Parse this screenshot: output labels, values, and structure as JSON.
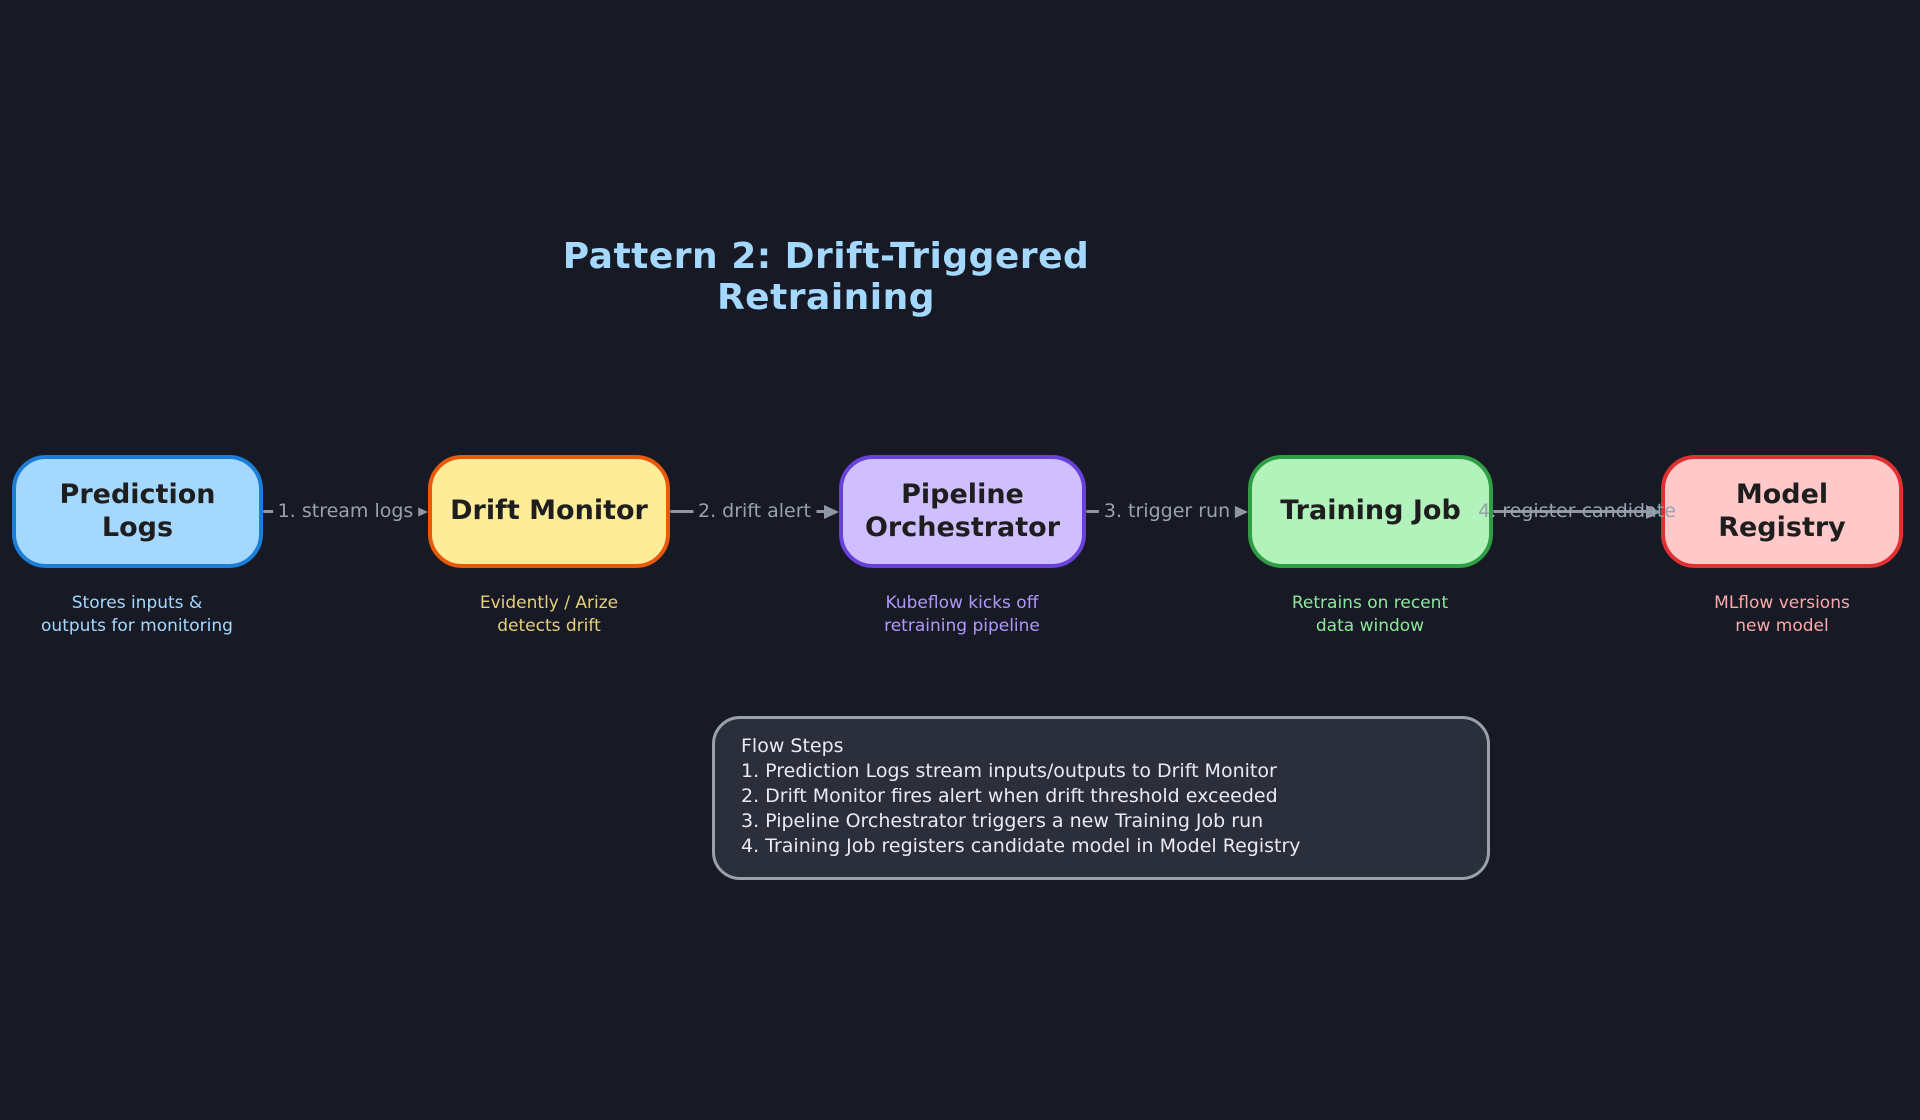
{
  "title": "Pattern 2: Drift-Triggered Retraining",
  "nodes": [
    {
      "label": "Prediction Logs",
      "sublabel": "Stores inputs &\noutputs for monitoring",
      "fill": "#a5d8ff",
      "border": "#1c7ed6",
      "sub_color": "#a5d8ff"
    },
    {
      "label": "Drift Monitor",
      "sublabel": "Evidently / Arize\ndetects drift",
      "fill": "#ffec99",
      "border": "#e8590c",
      "sub_color": "#e8cf7a"
    },
    {
      "label": "Pipeline Orchestrator",
      "sublabel": "Kubeflow kicks off\nretraining pipeline",
      "fill": "#d0bfff",
      "border": "#6741d9",
      "sub_color": "#b197fc"
    },
    {
      "label": "Training Job",
      "sublabel": "Retrains on recent\ndata window",
      "fill": "#b2f2bb",
      "border": "#2f9e44",
      "sub_color": "#8ce99a"
    },
    {
      "label": "Model Registry",
      "sublabel": "MLflow versions\nnew model",
      "fill": "#ffc9c9",
      "border": "#e03131",
      "sub_color": "#ffa8a8"
    }
  ],
  "arrows": [
    {
      "label": "1. stream logs"
    },
    {
      "label": "2. drift alert"
    },
    {
      "label": "3. trigger run"
    },
    {
      "label": "4. register candidate"
    }
  ],
  "flow_steps": {
    "title": "Flow Steps",
    "steps": [
      "1. Prediction Logs stream inputs/outputs to Drift Monitor",
      "2. Drift Monitor fires alert when drift threshold exceeded",
      "3. Pipeline Orchestrator triggers a new Training Job run",
      "4. Training Job registers candidate model in Model Registry"
    ]
  },
  "colors": {
    "bg": "#171a24",
    "title-color": "#a5d8ff",
    "arrow": "#8e97a3",
    "arrow-text": "#98a1ad",
    "node-text": "#1e1e1e",
    "panel-bg": "#2b2e3b",
    "panel-border": "#99a1ab",
    "panel-text": "#e8ebf2"
  }
}
